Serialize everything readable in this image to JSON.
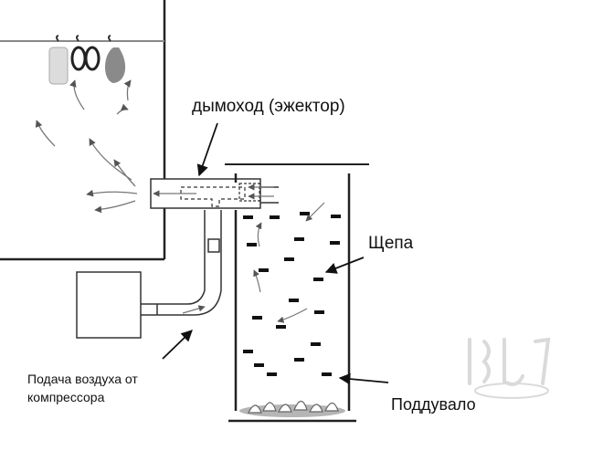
{
  "labels": {
    "chimney": "дымоход (эжектор)",
    "chips": "Щепа",
    "blower": "Поддувало",
    "air_line1": "Подача воздуха от",
    "air_line2": "компрессора"
  },
  "icons": [
    "hanging-fish-icon",
    "sausage-ring-icon",
    "ham-icon",
    "flame-icon",
    "watermark-logo"
  ],
  "colors": {
    "line": "#222222",
    "arrow": "#666666",
    "flames": "#8a8a8a",
    "watermark": "#d8d8d8"
  }
}
